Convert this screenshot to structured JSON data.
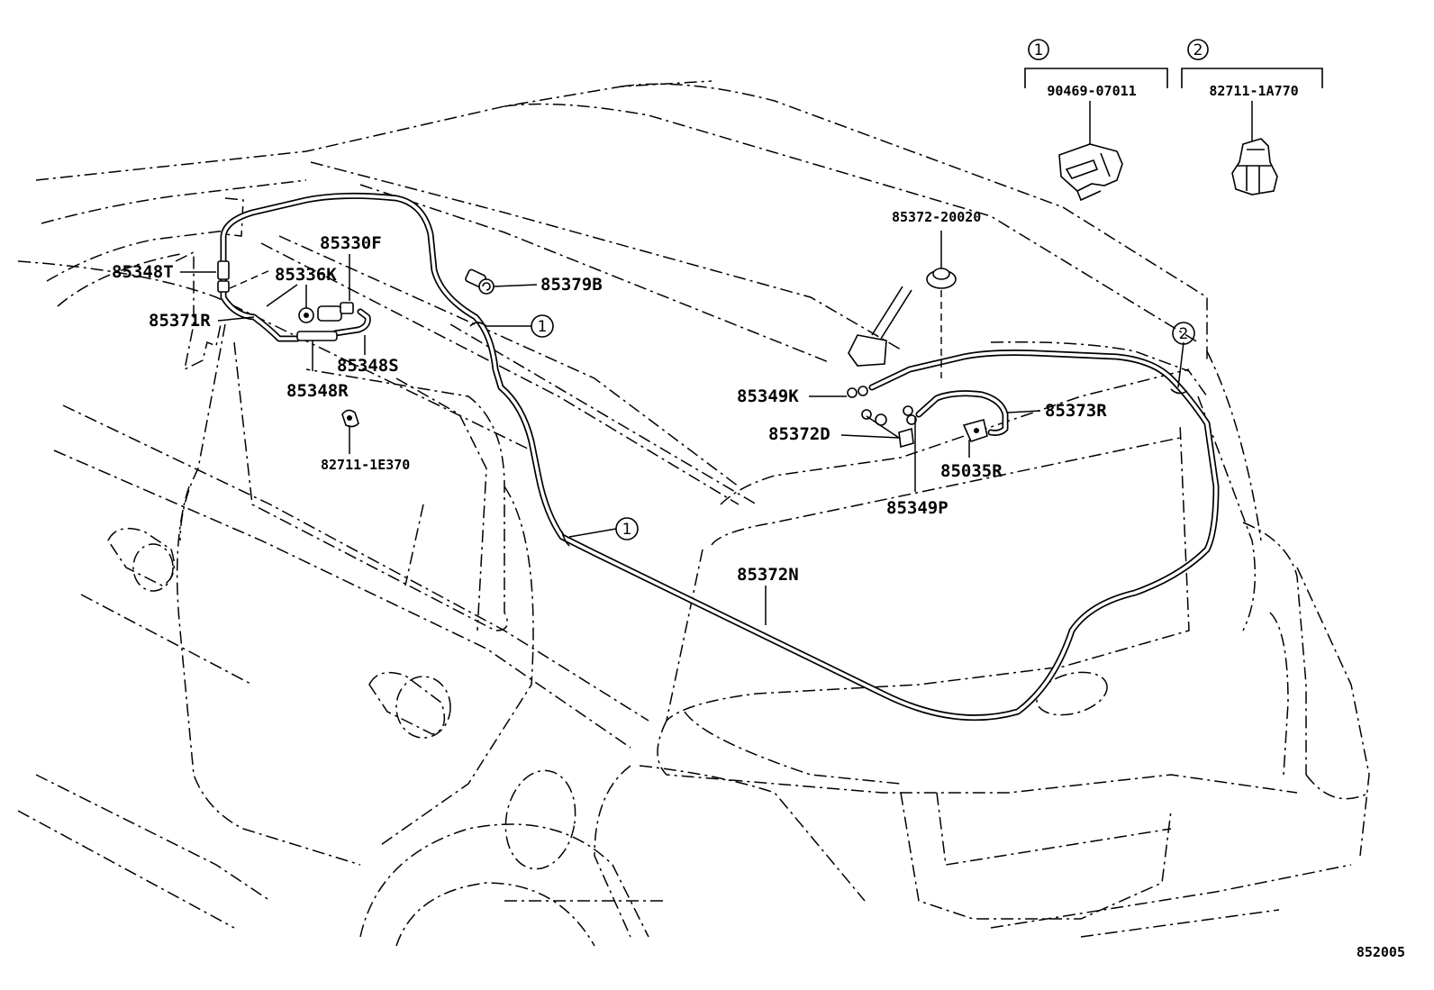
{
  "diagram_id": "852005",
  "clip_legend": [
    {
      "ref": "1",
      "part_number": "90469-07011"
    },
    {
      "ref": "2",
      "part_number": "82711-1A770"
    }
  ],
  "labels": {
    "p85330F": "85330F",
    "p85348T": "85348T",
    "p85336K": "85336K",
    "p85371R": "85371R",
    "p85379B": "85379B",
    "p85348S": "85348S",
    "p85348R": "85348R",
    "p82711_1E370": "82711-1E370",
    "p85372_20020": "85372-20020",
    "p85349K": "85349K",
    "p85373R": "85373R",
    "p85372D": "85372D",
    "p85035R": "85035R",
    "p85349P": "85349P",
    "p85372N": "85372N"
  },
  "clip_refs": {
    "clip_a": "1",
    "clip_b": "1",
    "clip_c": "2"
  }
}
